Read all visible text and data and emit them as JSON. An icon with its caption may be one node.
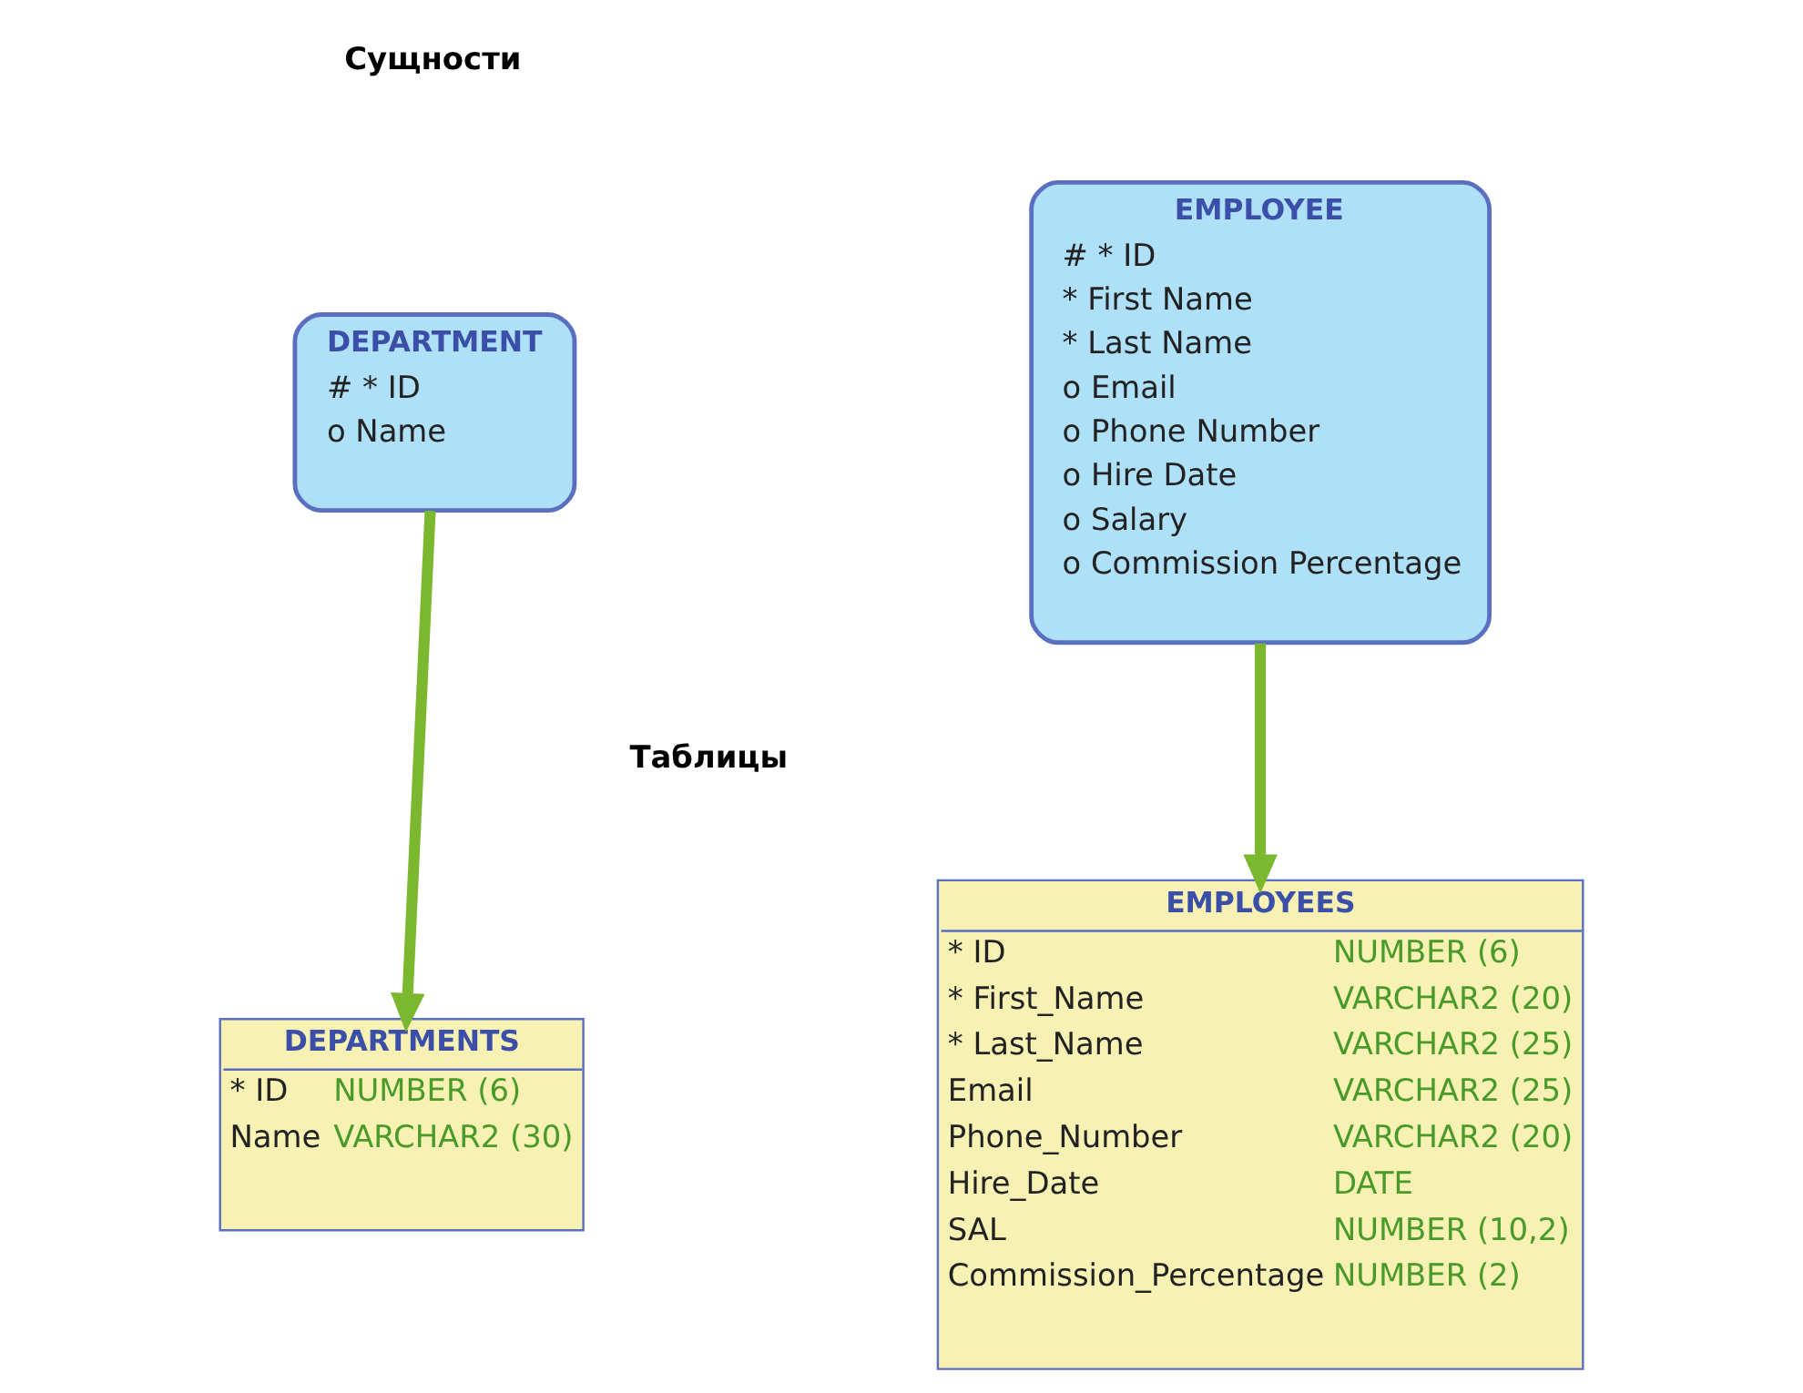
{
  "diagram": {
    "nodes": [
      {
        "text": [
          "DEPARTMENT",
          "# * ID",
          "o Name"
        ]
      },
      {
        "text": [
          "EMPLOYEE",
          "# * ID",
          "* First Name",
          "* Last Name",
          "o Email",
          "o Phone Number",
          "o Hire Date",
          "o Salary",
          "o Commission Percentage"
        ]
      },
      {
        "text": [
          "DEPARTMENTS",
          "* ID",
          "NUMBER (6)",
          "Name",
          "VARCHAR2 (30)"
        ]
      },
      {
        "text": [
          "EMPLOYEES",
          "* ID",
          "NUMBER (6)",
          "* First_Name",
          "VARCHAR2 (20)",
          "* Last_Name",
          "VARCHAR2 (25)",
          "Email",
          "VARCHAR2 (25)",
          "Phone_Number",
          "VARCHAR2 (20)",
          "Hire_Date",
          "DATE",
          "SAL",
          "NUMBER (10,2)",
          "Commission_Percentage",
          "NUMBER (2)"
        ]
      }
    ],
    "edges": [
      {
        "from": 0,
        "to": 2,
        "arrow": "to",
        "color": "#7cb82f"
      },
      {
        "from": 1,
        "to": 3,
        "arrow": "to",
        "color": "#7cb82f"
      }
    ],
    "labels": [
      "Сущности",
      "Таблицы"
    ]
  }
}
